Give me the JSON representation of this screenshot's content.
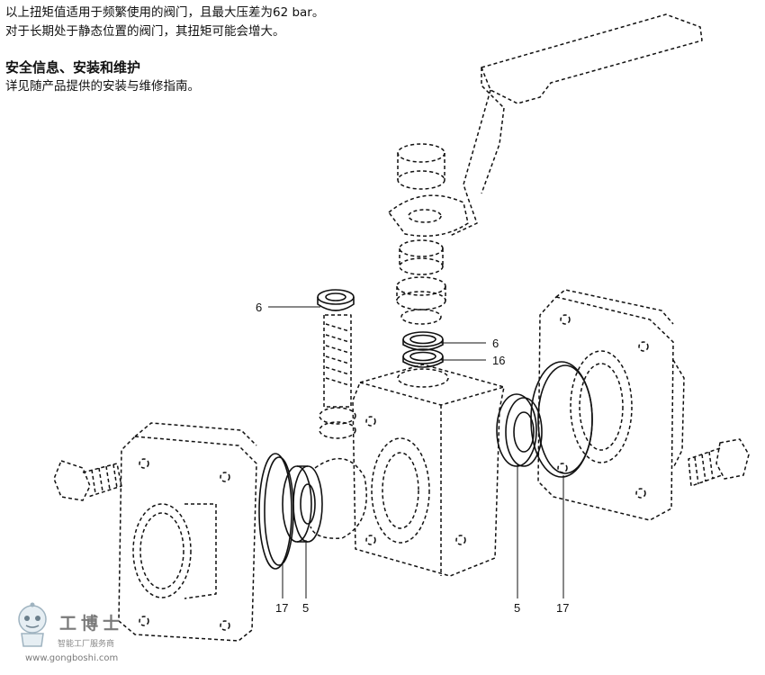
{
  "intro": {
    "line1": "以上扭矩值适用于频繁使用的阀门，且最大压差为62 bar。",
    "line2": "对于长期处于静态位置的阀门，其扭矩可能会增大。"
  },
  "section": {
    "heading": "安全信息、安装和维护",
    "body": "详见随产品提供的安装与维修指南。"
  },
  "callouts": {
    "upper_left_6": "6",
    "stem_6": "6",
    "stem_16": "16",
    "left_17": "17",
    "left_5": "5",
    "right_5": "5",
    "right_17": "17"
  },
  "watermark": {
    "name": "工博士",
    "subtitle": "智能工厂服务商",
    "url": "www.gongboshi.com"
  }
}
